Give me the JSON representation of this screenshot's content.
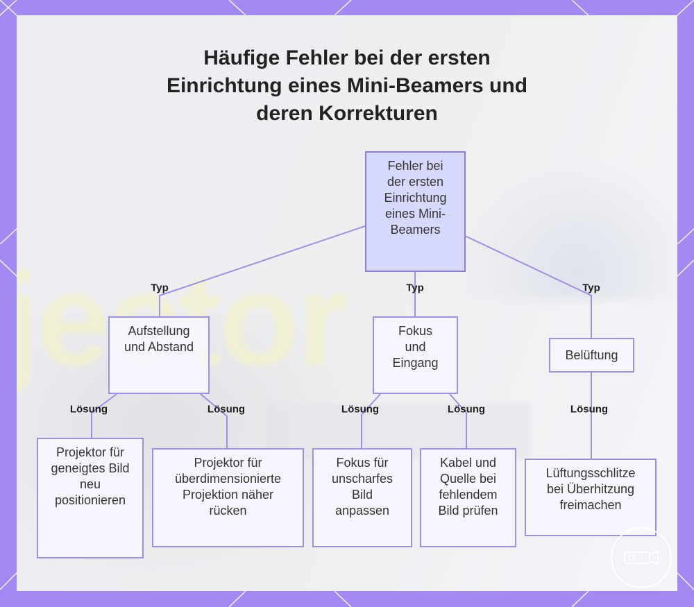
{
  "title": {
    "line1": "Häufige Fehler bei der ersten",
    "line2": "Einrichtung eines Mini-Beamers und",
    "line3": "deren Korrekturen"
  },
  "colors": {
    "frame": "#a38af2",
    "node_border": "#9d8ee6",
    "root_fill": "#d6d9fc",
    "edge": "#a08ee6"
  },
  "diagram": {
    "root": "Fehler bei der ersten Einrichtung eines Mini-Beamers",
    "types": [
      {
        "label": "Typ",
        "name": "Aufstellung und Abstand",
        "solutions": [
          {
            "label": "Lösung",
            "text": "Projektor für geneigtes Bild neu positionieren"
          },
          {
            "label": "Lösung",
            "text": "Projektor für überdimensionierte Projektion näher rücken"
          }
        ]
      },
      {
        "label": "Typ",
        "name": "Fokus und Eingang",
        "solutions": [
          {
            "label": "Lösung",
            "text": "Fokus für unscharfes Bild anpassen"
          },
          {
            "label": "Lösung",
            "text": "Kabel und Quelle bei fehlendem Bild prüfen"
          }
        ]
      },
      {
        "label": "Typ",
        "name": "Belüftung",
        "solutions": [
          {
            "label": "Lösung",
            "text": "Lüftungsschlitze bei Überhitzung freimachen"
          }
        ]
      }
    ]
  },
  "watermark_icon": "projector-logo-icon"
}
